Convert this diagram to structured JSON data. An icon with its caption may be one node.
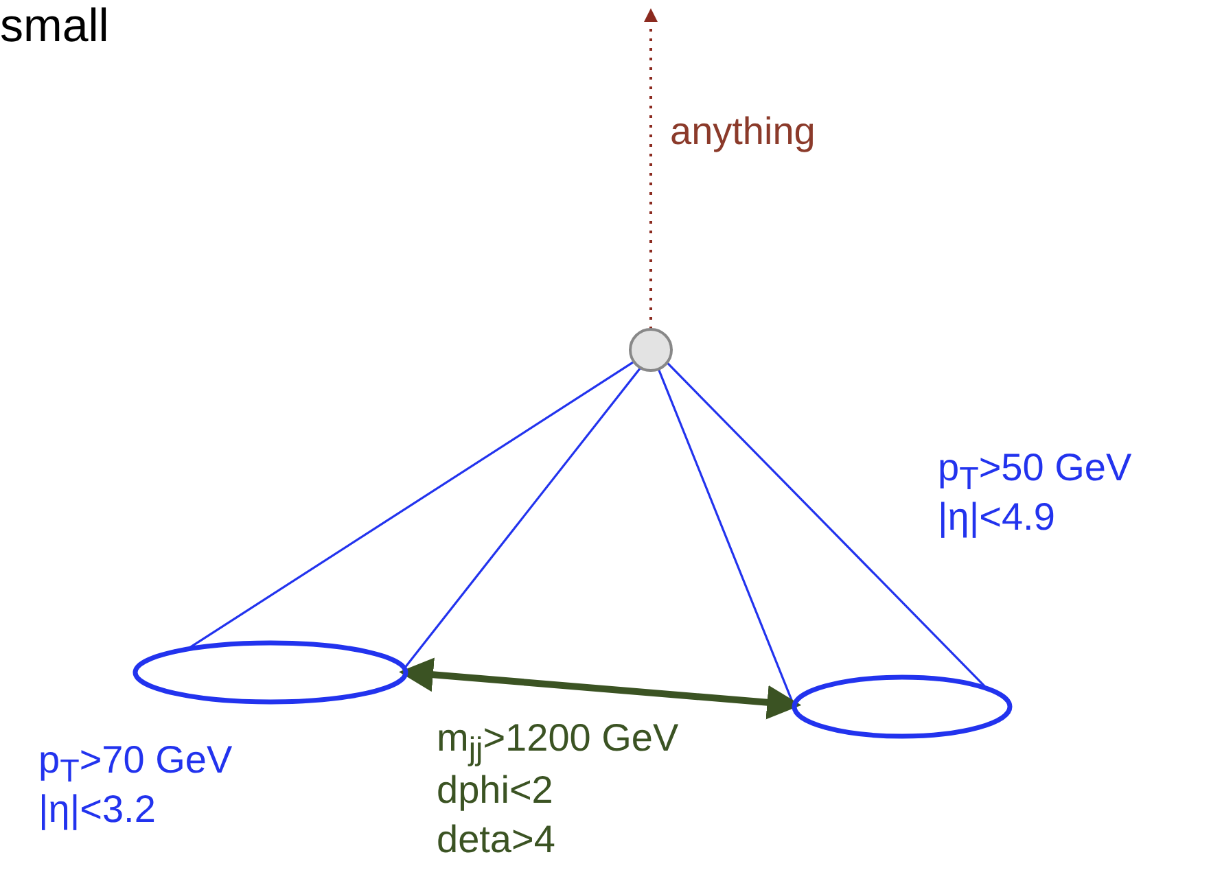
{
  "diagram": {
    "nodes": [
      {
        "text": [],
        "shape": "circle"
      },
      {
        "text": [],
        "shape": "ellipse",
        "beside": [
          "p$_{T}$>70 GeV",
          "|η|<3.2"
        ]
      },
      {
        "text": [],
        "shape": "ellipse",
        "beside": [
          "p$_{T}$>50 GeV",
          "|η|<4.9"
        ]
      }
    ],
    "edges": [
      {
        "from": 0,
        "to": null,
        "arrow": "to",
        "style": "dashed",
        "color": "#8b2a1f",
        "label": "anything"
      },
      {
        "from": 0,
        "to": 1,
        "arrow": "none"
      },
      {
        "from": 0,
        "to": 1,
        "arrow": "none"
      },
      {
        "from": 0,
        "to": 2,
        "arrow": "none"
      },
      {
        "from": 0,
        "to": 2,
        "arrow": "none"
      },
      {
        "from": 1,
        "to": 2,
        "arrow": "both",
        "style": "thick",
        "color": "#3b5323",
        "label": "m$_{jj}$>1200 GeV"
      }
    ],
    "labels": [
      "small",
      "dphi<2",
      "deta>4"
    ]
  }
}
